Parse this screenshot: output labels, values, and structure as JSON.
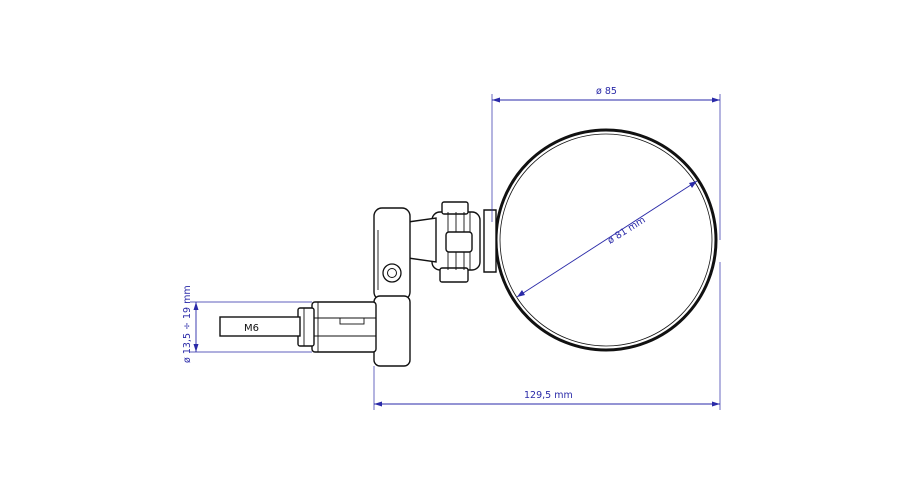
{
  "dimensions": {
    "mirror_outer_diameter": "ø 85",
    "mirror_glass_diameter": "ø 81 mm",
    "total_length": "129,5 mm",
    "bar_end_diameter_range": "ø 13,5 ÷ 19 mm",
    "thread_label": "M6"
  },
  "colors": {
    "dimension": "#2a2aa8",
    "outline": "#111111",
    "background": "#ffffff"
  }
}
